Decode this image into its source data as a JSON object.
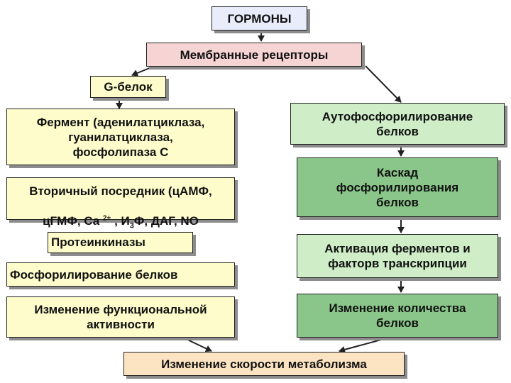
{
  "colors": {
    "top_box": "#e8ecfb",
    "receptor_box": "#f6d4d4",
    "light_yellow": "#fffccc",
    "light_green": "#cfeec8",
    "green": "#8ac68a",
    "orange": "#fce4c2"
  },
  "boxes": {
    "hormones": "ГОРМОНЫ",
    "membrane_receptors": "Мембранные рецепторы",
    "g_protein": "G-белок",
    "enzyme": "Фермент (аденилатциклаза,\nгуанилатциклаза,\nфосфолипаза С",
    "second_messenger": {
      "line1": "Вторичный посредник (цАМФ,",
      "line2_a": "цГМФ, Са ",
      "line2_sup": "2+",
      "line2_b": " , И",
      "line2_sub": "3",
      "line2_c": "Ф, ДАГ, NO"
    },
    "protein_kinases": "Протеинкиназы",
    "protein_phosphorylation": "Фосфорилирование белков",
    "functional_activity_change": "Изменение функциональной\nактивности",
    "autophosphorylation": "Аутофосфорилирование\nбелков",
    "phosphorylation_cascade": "Каскад\nфосфорилирования\nбелков",
    "enzyme_activation": "Активация ферментов и\nфакторв транскрипции",
    "protein_quantity_change": "Изменение количества\nбелков",
    "metabolism_rate_change": "Изменение скорости метаболизма"
  }
}
